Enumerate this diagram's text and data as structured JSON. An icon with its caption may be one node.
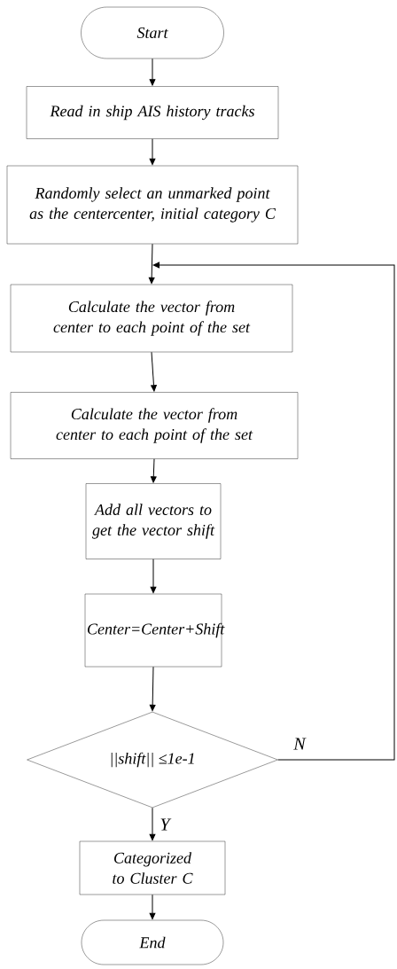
{
  "diagram": {
    "nodes": [
      {
        "text": [
          "Start"
        ]
      },
      {
        "text": [
          "Read in ship AIS history tracks"
        ]
      },
      {
        "text": [
          "Randomly select an unmarked point as the centercenter, initial category C"
        ]
      },
      {
        "text": [
          "Calculate the vector from center to each point of the set"
        ]
      },
      {
        "text": [
          "Calculate the vector from center to each point of the set"
        ]
      },
      {
        "text": [
          "Add all vectors to get the vector shift"
        ]
      },
      {
        "text": [
          "Center=Center+Shift"
        ]
      },
      {
        "text": [
          "||shift|| ≤1e-1"
        ]
      },
      {
        "text": [
          "Categorized to Cluster C"
        ]
      },
      {
        "text": [
          "End"
        ]
      }
    ],
    "edges": [
      {
        "from": 0,
        "to": 1,
        "arrow": "to"
      },
      {
        "from": 1,
        "to": 2,
        "arrow": "to"
      },
      {
        "from": 2,
        "to": 3,
        "arrow": "to"
      },
      {
        "from": 3,
        "to": 4,
        "arrow": "to"
      },
      {
        "from": 4,
        "to": 5,
        "arrow": "to"
      },
      {
        "from": 5,
        "to": 6,
        "arrow": "to"
      },
      {
        "from": 6,
        "to": 7,
        "arrow": "to"
      },
      {
        "from": 7,
        "to": 8,
        "arrow": "to",
        "label": "Y"
      },
      {
        "from": 8,
        "to": 9,
        "arrow": "to"
      },
      {
        "from": 7,
        "to": 3,
        "arrow": "to",
        "label": "N"
      }
    ]
  }
}
